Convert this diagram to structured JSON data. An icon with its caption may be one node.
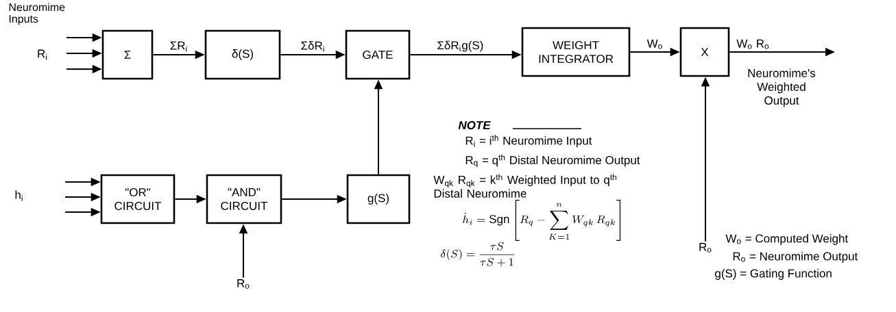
{
  "diagram": {
    "nodes": [
      {
        "text": [
          "Σ"
        ]
      },
      {
        "text": [
          "δ(S)"
        ]
      },
      {
        "text": [
          "GATE"
        ]
      },
      {
        "text": [
          "WEIGHT INTEGRATOR"
        ]
      },
      {
        "text": [
          "X"
        ]
      },
      {
        "text": [
          "\"OR\" CIRCUIT"
        ]
      },
      {
        "text": [
          "\"AND\" CIRCUIT"
        ]
      },
      {
        "text": [
          "g(S)"
        ]
      },
      {
        "text": [
          "R$_{o}$"
        ]
      },
      {
        "text": [
          "R$_{o}$"
        ]
      }
    ],
    "edges": [
      {
        "from": null,
        "to": 0,
        "arrow": "to"
      },
      {
        "from": null,
        "to": 0,
        "arrow": "to"
      },
      {
        "from": null,
        "to": 0,
        "arrow": "to"
      },
      {
        "from": 0,
        "to": 1,
        "arrow": "to",
        "label": "ΣR$_{i}$"
      },
      {
        "from": 1,
        "to": 2,
        "arrow": "to",
        "label": "ΣδR$_{i}$"
      },
      {
        "from": 2,
        "to": 3,
        "arrow": "to",
        "label": "ΣδR$_{i}$g(S)"
      },
      {
        "from": 3,
        "to": 4,
        "arrow": "to",
        "label": "W$_{o}$"
      },
      {
        "from": 4,
        "to": null,
        "arrow": "to",
        "label": "W$_{o}$ R$_{o}$"
      },
      {
        "from": 8,
        "to": 4,
        "arrow": "to"
      },
      {
        "from": null,
        "to": 5,
        "arrow": "to"
      },
      {
        "from": null,
        "to": 5,
        "arrow": "to"
      },
      {
        "from": null,
        "to": 5,
        "arrow": "to"
      },
      {
        "from": 5,
        "to": 6,
        "arrow": "to"
      },
      {
        "from": 6,
        "to": 7,
        "arrow": "to"
      },
      {
        "from": 9,
        "to": 6,
        "arrow": "to"
      },
      {
        "from": 7,
        "to": 2,
        "arrow": "to"
      }
    ],
    "labels": [
      "Neuromime Inputs",
      "R$_{i}$",
      "Neuromime's Weighted Output",
      "NOTE",
      "R$_{i}$ = i$^{th}$ Neuromime Input",
      "R$_{q}$ = q$^{th}$ Distal Neuromime Output",
      "h$_{i}$",
      "W$_{qk}$ R$_{qk}$ = k$^{th}$ Weighted Input to q$^{th}$ Distal Neuromime",
      "\\dot{h}_i = \\mathrm{Sgn}\\left[ R_q - \\sum_{K=1}^{n} W_{qk}\\, R_{qk} \\right]",
      "W$_{o}$ = Computed Weight",
      "\\delta(S) = \\frac{\\tau S}{\\tau S + 1}",
      "R$_{o}$ = Neuromime Output",
      "g(S) = Gating Function"
    ]
  }
}
